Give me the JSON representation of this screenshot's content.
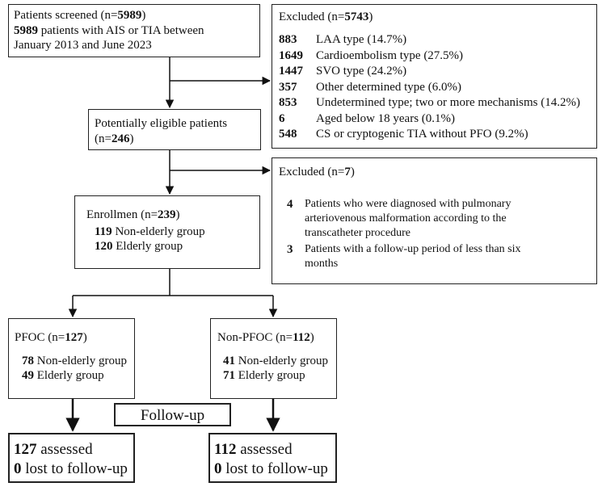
{
  "screened": {
    "title_pre": "Patients screened (n=",
    "title_num": "5989",
    "title_post": ")",
    "line1_num": "5989",
    "line1_text": " patients with AIS or TIA between",
    "line2_text": "January 2013 and June 2023"
  },
  "excluded1": {
    "title_pre": "Excluded (n=",
    "title_num": "5743",
    "title_post": ")",
    "items": [
      {
        "num": "883",
        "text": "LAA type (14.7%)"
      },
      {
        "num": "1649",
        "text": "Cardioembolism type (27.5%)"
      },
      {
        "num": "1447",
        "text": "SVO type (24.2%)"
      },
      {
        "num": "357",
        "text": "Other determined type (6.0%)"
      },
      {
        "num": "853",
        "text": "Undetermined type; two or more mechanisms (14.2%)"
      },
      {
        "num": "6",
        "text": "Aged below 18 years (0.1%)"
      },
      {
        "num": "548",
        "text": "CS or cryptogenic TIA without PFO (9.2%)"
      }
    ]
  },
  "eligible": {
    "line1": "Potentially eligible patients",
    "title_pre": "(n=",
    "title_num": "246",
    "title_post": ")"
  },
  "excluded2": {
    "title_pre": "Excluded (n=",
    "title_num": "7",
    "title_post": ")",
    "item1_num": "4",
    "item1_lines": [
      "Patients who were diagnosed with pulmonary",
      "arteriovenous malformation according to the",
      "transcatheter procedure"
    ],
    "item2_num": "3",
    "item2_lines": [
      "Patients with a follow-up period of less than six",
      "months"
    ]
  },
  "enrollment": {
    "title_pre": "Enrollmen (n=",
    "title_num": "239",
    "title_post": ")",
    "nonelderly_num": "119",
    "nonelderly_text": " Non-elderly group",
    "elderly_num": "120",
    "elderly_text": " Elderly group"
  },
  "pfoc": {
    "title_pre": "PFOC (n=",
    "title_num": "127",
    "title_post": ")",
    "nonelderly_num": "78",
    "nonelderly_text": " Non-elderly group",
    "elderly_num": "49",
    "elderly_text": " Elderly group"
  },
  "nonpfoc": {
    "title_pre": "Non-PFOC (n=",
    "title_num": "112",
    "title_post": ")",
    "nonelderly_num": "41",
    "nonelderly_text": " Non-elderly group",
    "elderly_num": "71",
    "elderly_text": " Elderly group"
  },
  "followup": {
    "label": "Follow-up"
  },
  "pfoc_result": {
    "assessed_num": "127",
    "assessed_text": " assessed",
    "lost_num": "0",
    "lost_text": " lost to follow-up"
  },
  "nonpfoc_result": {
    "assessed_num": "112",
    "assessed_text": " assessed",
    "lost_num": "0",
    "lost_text": " lost to follow-up"
  }
}
